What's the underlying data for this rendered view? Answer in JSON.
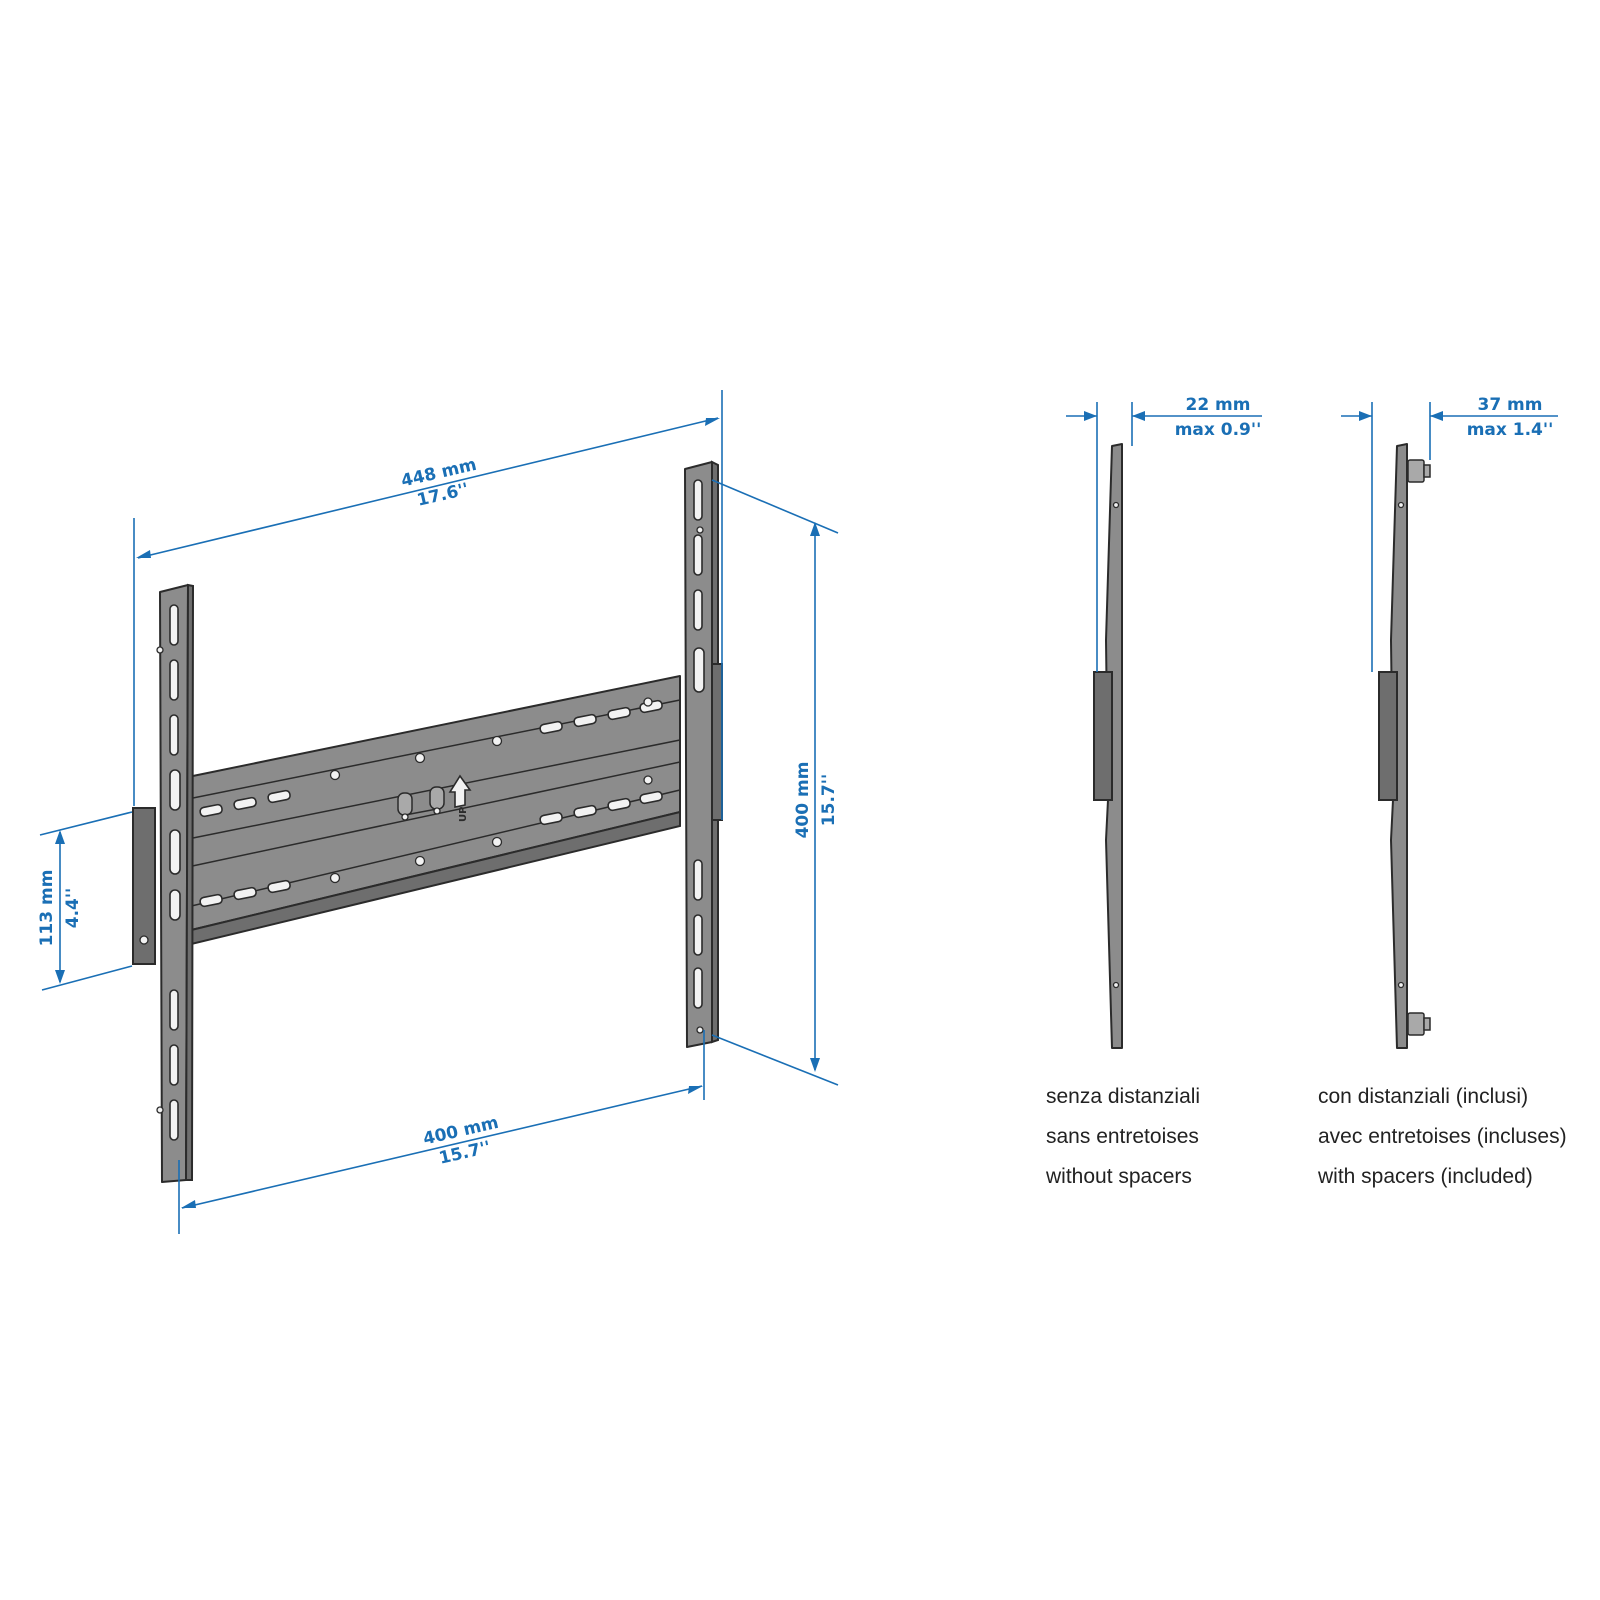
{
  "front_view": {
    "width_overall": {
      "mm": "448 mm",
      "inch": "17.6''"
    },
    "width_holes": {
      "mm": "400 mm",
      "inch": "15.7''"
    },
    "height_holes": {
      "mm": "400 mm",
      "inch": "15.7''"
    },
    "height_bar": {
      "mm": "113 mm",
      "inch": "4.4''"
    },
    "up_label": "UP"
  },
  "side_view_without": {
    "depth": {
      "mm": "22 mm",
      "inch": "max 0.9''"
    },
    "caption": [
      "senza distanziali",
      "sans  entretoises",
      "without  spacers"
    ]
  },
  "side_view_with": {
    "depth": {
      "mm": "37 mm",
      "inch": "max 1.4''"
    },
    "caption": [
      "con distanziali (inclusi)",
      "avec entretoises (incluses)",
      "with spacers (included)"
    ]
  },
  "colors": {
    "dimension": "#1a6fb5",
    "bracket": "#8c8c8c",
    "outline": "#2b2b2b"
  }
}
